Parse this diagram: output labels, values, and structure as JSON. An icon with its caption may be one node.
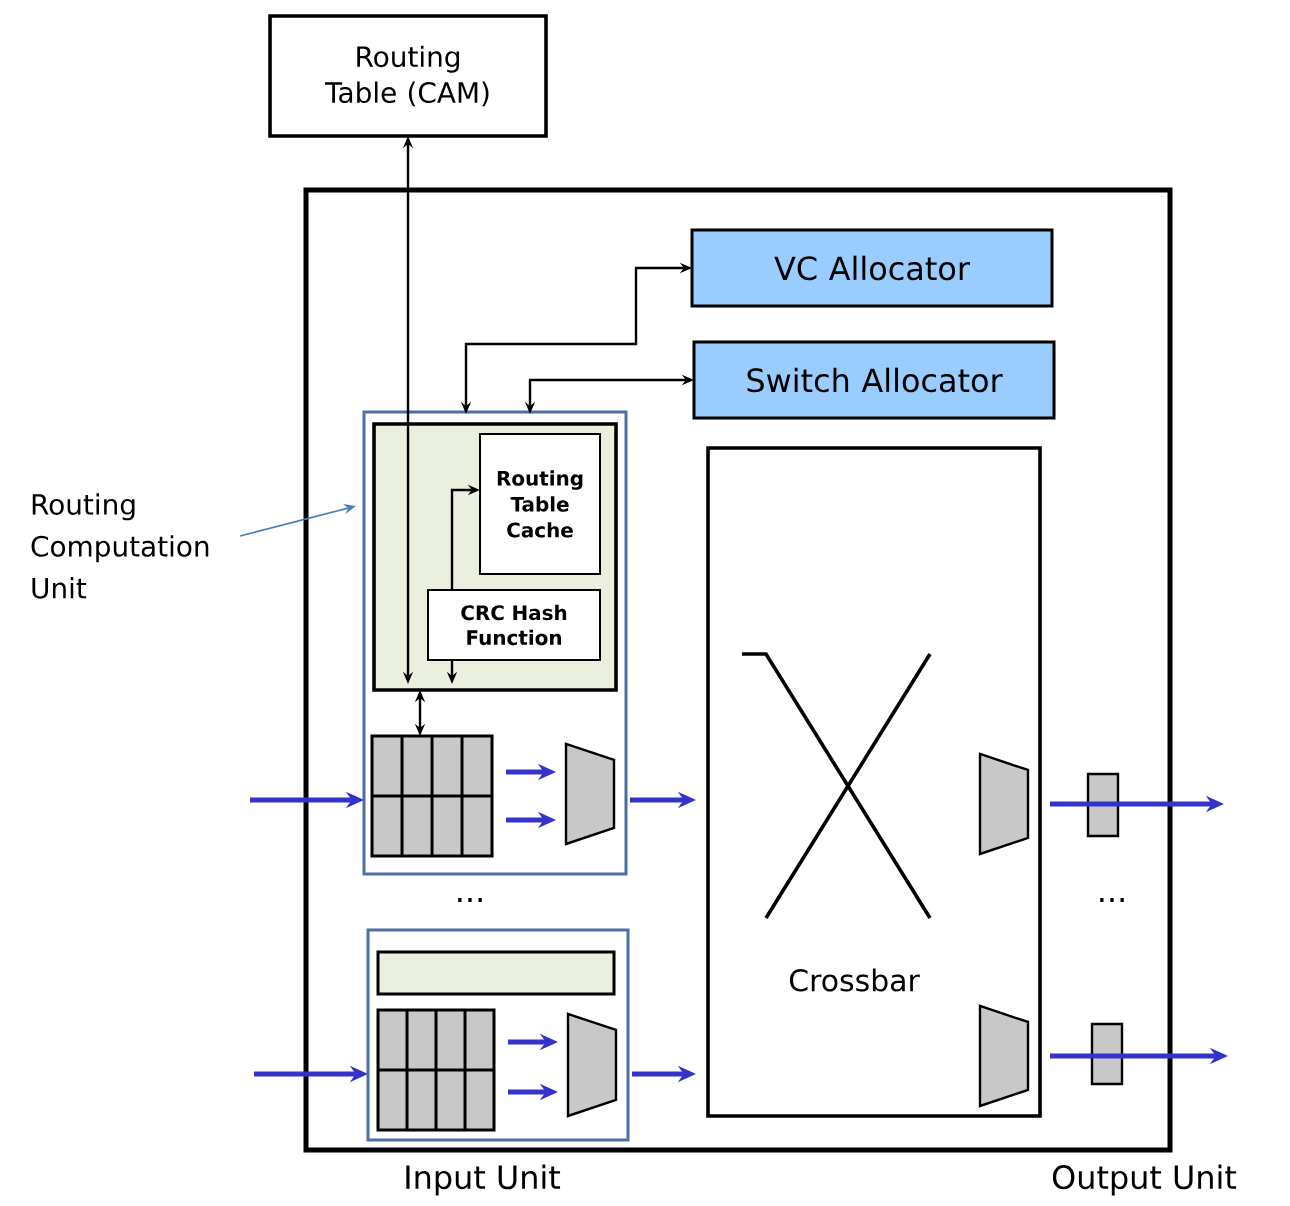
{
  "diagram": {
    "nodes": [
      {
        "text": [
          "Routing Table (CAM)"
        ]
      },
      {
        "text": [],
        "shape": "box"
      },
      {
        "text": [
          "VC Allocator"
        ],
        "in": 1
      },
      {
        "text": [
          "Switch Allocator"
        ],
        "in": 1
      },
      {
        "text": [
          "Routing Computation Unit"
        ]
      },
      {
        "text": [],
        "shape": "box",
        "in": 1
      },
      {
        "text": [],
        "shape": "box",
        "in": 5
      },
      {
        "text": [
          "Routing Table Cache"
        ],
        "in": 6
      },
      {
        "text": [
          "CRC Hash Function"
        ],
        "in": 6
      },
      {
        "text": [],
        "shape": "grid",
        "in": 5
      },
      {
        "text": [],
        "shape": "trapezoid",
        "in": 5
      },
      {
        "text": [],
        "shape": "box",
        "in": 1
      },
      {
        "text": [],
        "shape": "box",
        "in": 11
      },
      {
        "text": [],
        "shape": "grid",
        "in": 11
      },
      {
        "text": [],
        "shape": "trapezoid",
        "in": 11
      },
      {
        "text": [
          "Crossbar"
        ],
        "in": 1
      },
      {
        "text": [],
        "shape": "trapezoid",
        "in": 15
      },
      {
        "text": [],
        "shape": "trapezoid",
        "in": 15
      },
      {
        "text": [],
        "shape": "box",
        "in": 1
      },
      {
        "text": [],
        "shape": "box",
        "in": 1
      }
    ],
    "edges": [
      {
        "from": 0,
        "to": 6,
        "arrow": "both",
        "color": "#000000"
      },
      {
        "from": 6,
        "to": 2,
        "arrow": "both",
        "color": "#000000"
      },
      {
        "from": 6,
        "to": 3,
        "arrow": "both",
        "color": "#000000"
      },
      {
        "from": 8,
        "to": 7,
        "arrow": "to",
        "color": "#000000"
      },
      {
        "from": 8,
        "to": 6,
        "arrow": "to",
        "color": "#000000"
      },
      {
        "from": 6,
        "to": 9,
        "arrow": "both",
        "color": "#000000"
      },
      {
        "from": 4,
        "to": 5,
        "arrow": "to",
        "color": "#4a7ebb"
      },
      {
        "from": null,
        "to": 5,
        "arrow": "to"
      },
      {
        "from": 9,
        "to": 10,
        "arrow": "to"
      },
      {
        "from": 9,
        "to": 10,
        "arrow": "to"
      },
      {
        "from": 10,
        "to": 15,
        "arrow": "to"
      },
      {
        "from": null,
        "to": 11,
        "arrow": "to"
      },
      {
        "from": 13,
        "to": 14,
        "arrow": "to"
      },
      {
        "from": 13,
        "to": 14,
        "arrow": "to"
      },
      {
        "from": 14,
        "to": 15,
        "arrow": "to"
      },
      {
        "from": 16,
        "to": null,
        "arrow": "to"
      },
      {
        "from": 17,
        "to": null,
        "arrow": "to"
      }
    ],
    "labels": [
      "...",
      "...",
      "Input Unit",
      "Output Unit"
    ]
  }
}
